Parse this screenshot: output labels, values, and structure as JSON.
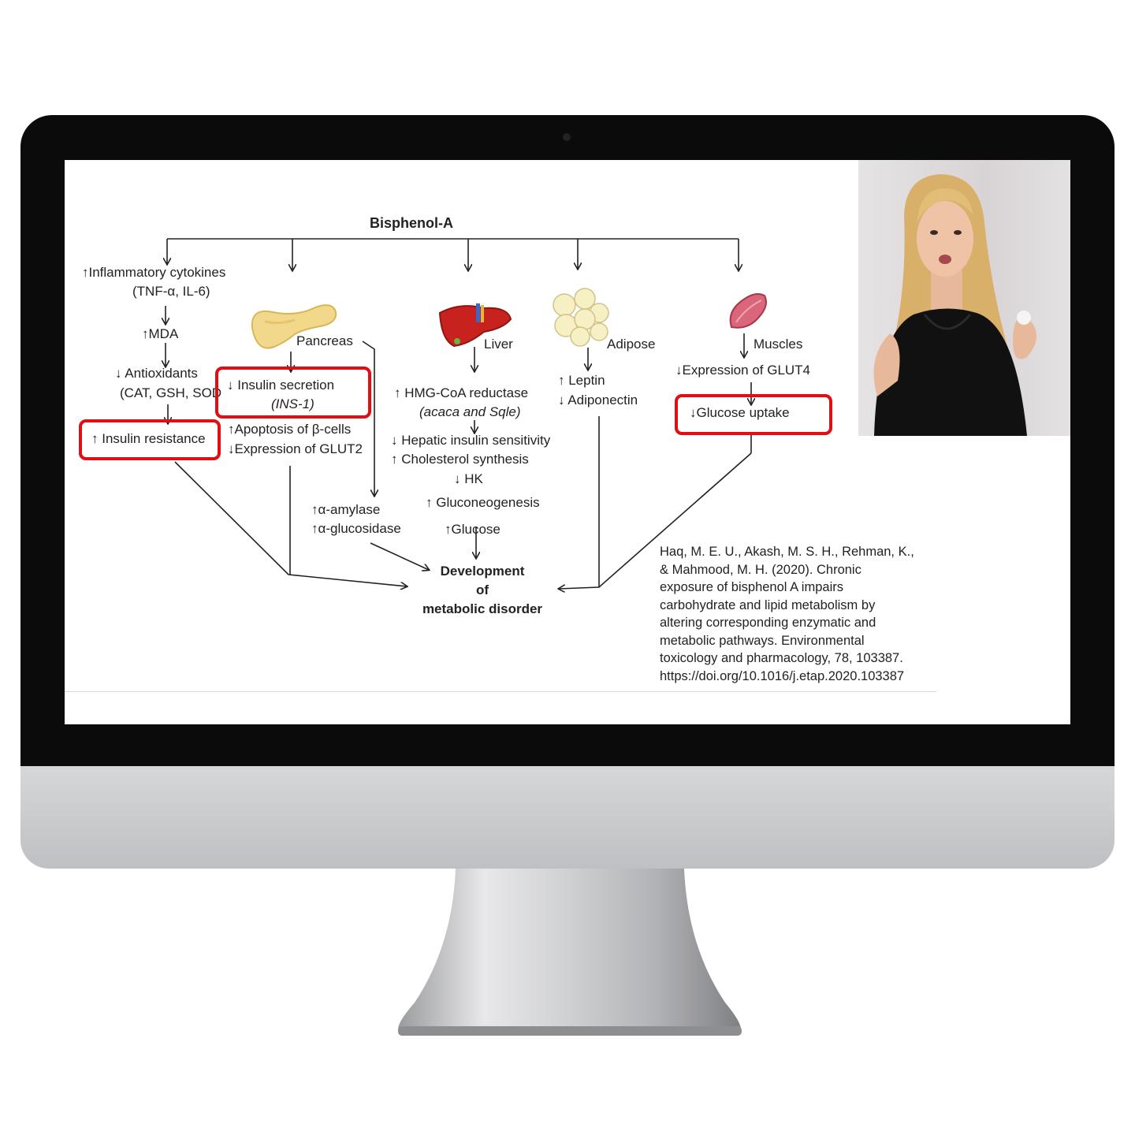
{
  "slide": {
    "title": "Bisphenol-A",
    "inflammatory_line1": "↑Inflammatory cytokines",
    "inflammatory_line2": "(TNF-α, IL-6)",
    "mda": "↑MDA",
    "antioxidants_line1": "↓ Antioxidants",
    "antioxidants_line2": "(CAT, GSH, SOD",
    "insulin_resistance": "↑ Insulin resistance",
    "pancreas": "Pancreas",
    "insulin_secretion": "↓ Insulin secretion",
    "ins1": "(INS-1)",
    "apoptosis": "↑Apoptosis  of β-cells",
    "glut2": "↓Expression of GLUT2",
    "amylase": "↑α-amylase",
    "glucosidase": "↑α-glucosidase",
    "liver": "Liver",
    "hmg": "↑ HMG-CoA reductase",
    "acaca": "(acaca and Sqle)",
    "hepatic": "↓ Hepatic insulin sensitivity",
    "cholesterol": "↑ Cholesterol synthesis",
    "hk": "↓ HK",
    "gluconeogenesis": "↑ Gluconeogenesis",
    "glucose": "↑Glucose",
    "adipose": "Adipose",
    "leptin": "↑ Leptin",
    "adiponectin": "↓ Adiponectin",
    "muscles": "Muscles",
    "glut4": "↓Expression of GLUT4",
    "glucose_uptake": "↓Glucose uptake",
    "outcome_line1": "Development",
    "outcome_line2": "of",
    "outcome_line3": "metabolic disorder",
    "citation": "Haq, M. E. U., Akash, M. S. H., Rehman, K.,\n& Mahmood, M. H. (2020). Chronic\nexposure of bisphenol A impairs\ncarbohydrate and lipid metabolism by\naltering corresponding enzymatic and\nmetabolic pathways. Environmental\ntoxicology and pharmacology, 78, 103387.\nhttps://doi.org/10.1016/j.etap.2020.103387"
  },
  "colors": {
    "highlight": "#e10e14",
    "bezel": "#0b0b0b",
    "chin": "#c9cacc"
  },
  "icons": [
    "pancreas-icon",
    "liver-icon",
    "adipose-icon",
    "muscle-icon",
    "presenter-video"
  ]
}
